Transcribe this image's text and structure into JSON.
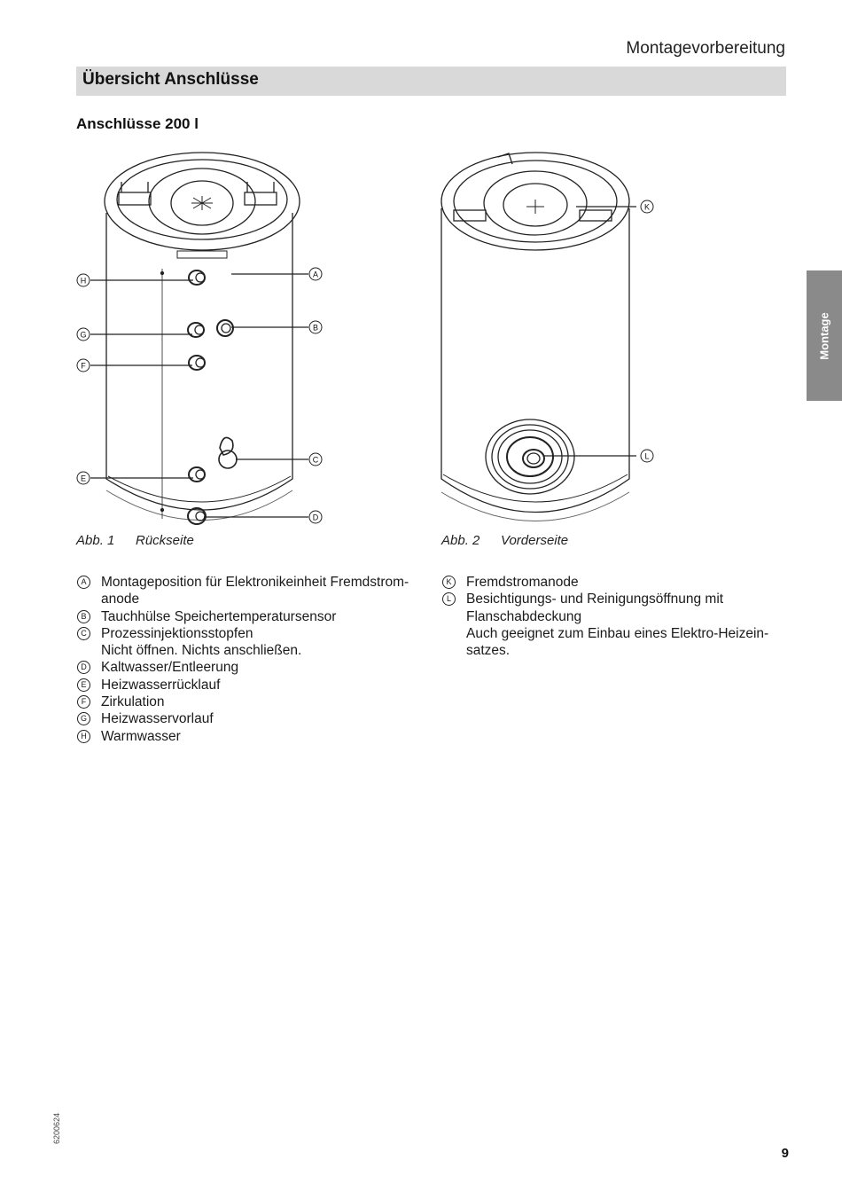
{
  "header": {
    "title": "Montagevorbereitung"
  },
  "section": {
    "title": "Übersicht Anschlüsse"
  },
  "subsection": {
    "title": "Anschlüsse 200 l"
  },
  "side_tab": {
    "label": "Montage"
  },
  "figure1": {
    "caption_number": "Abb. 1",
    "caption_text": "Rückseite",
    "callouts": [
      "A",
      "B",
      "C",
      "D",
      "E",
      "F",
      "G",
      "H"
    ]
  },
  "figure2": {
    "caption_number": "Abb. 2",
    "caption_text": "Vorderseite",
    "callouts": [
      "K",
      "L"
    ]
  },
  "legend_left": [
    {
      "key": "A",
      "lines": [
        "Montageposition für Elektronikeinheit Fremdstrom-",
        "anode"
      ]
    },
    {
      "key": "B",
      "lines": [
        "Tauchhülse Speichertemperatursensor"
      ]
    },
    {
      "key": "C",
      "lines": [
        "Prozessinjektionsstopfen",
        "Nicht öffnen. Nichts anschließen."
      ]
    },
    {
      "key": "D",
      "lines": [
        "Kaltwasser/Entleerung"
      ]
    },
    {
      "key": "E",
      "lines": [
        "Heizwasserrücklauf"
      ]
    },
    {
      "key": "F",
      "lines": [
        "Zirkulation"
      ]
    },
    {
      "key": "G",
      "lines": [
        "Heizwasservorlauf"
      ]
    },
    {
      "key": "H",
      "lines": [
        "Warmwasser"
      ]
    }
  ],
  "legend_right": [
    {
      "key": "K",
      "lines": [
        "Fremdstromanode"
      ]
    },
    {
      "key": "L",
      "lines": [
        "Besichtigungs- und Reinigungsöffnung mit",
        "Flanschabdeckung",
        "Auch geeignet zum Einbau eines Elektro-Heizein-",
        "satzes."
      ]
    }
  ],
  "footer": {
    "doc_number": "6200624",
    "page_number": "9"
  }
}
